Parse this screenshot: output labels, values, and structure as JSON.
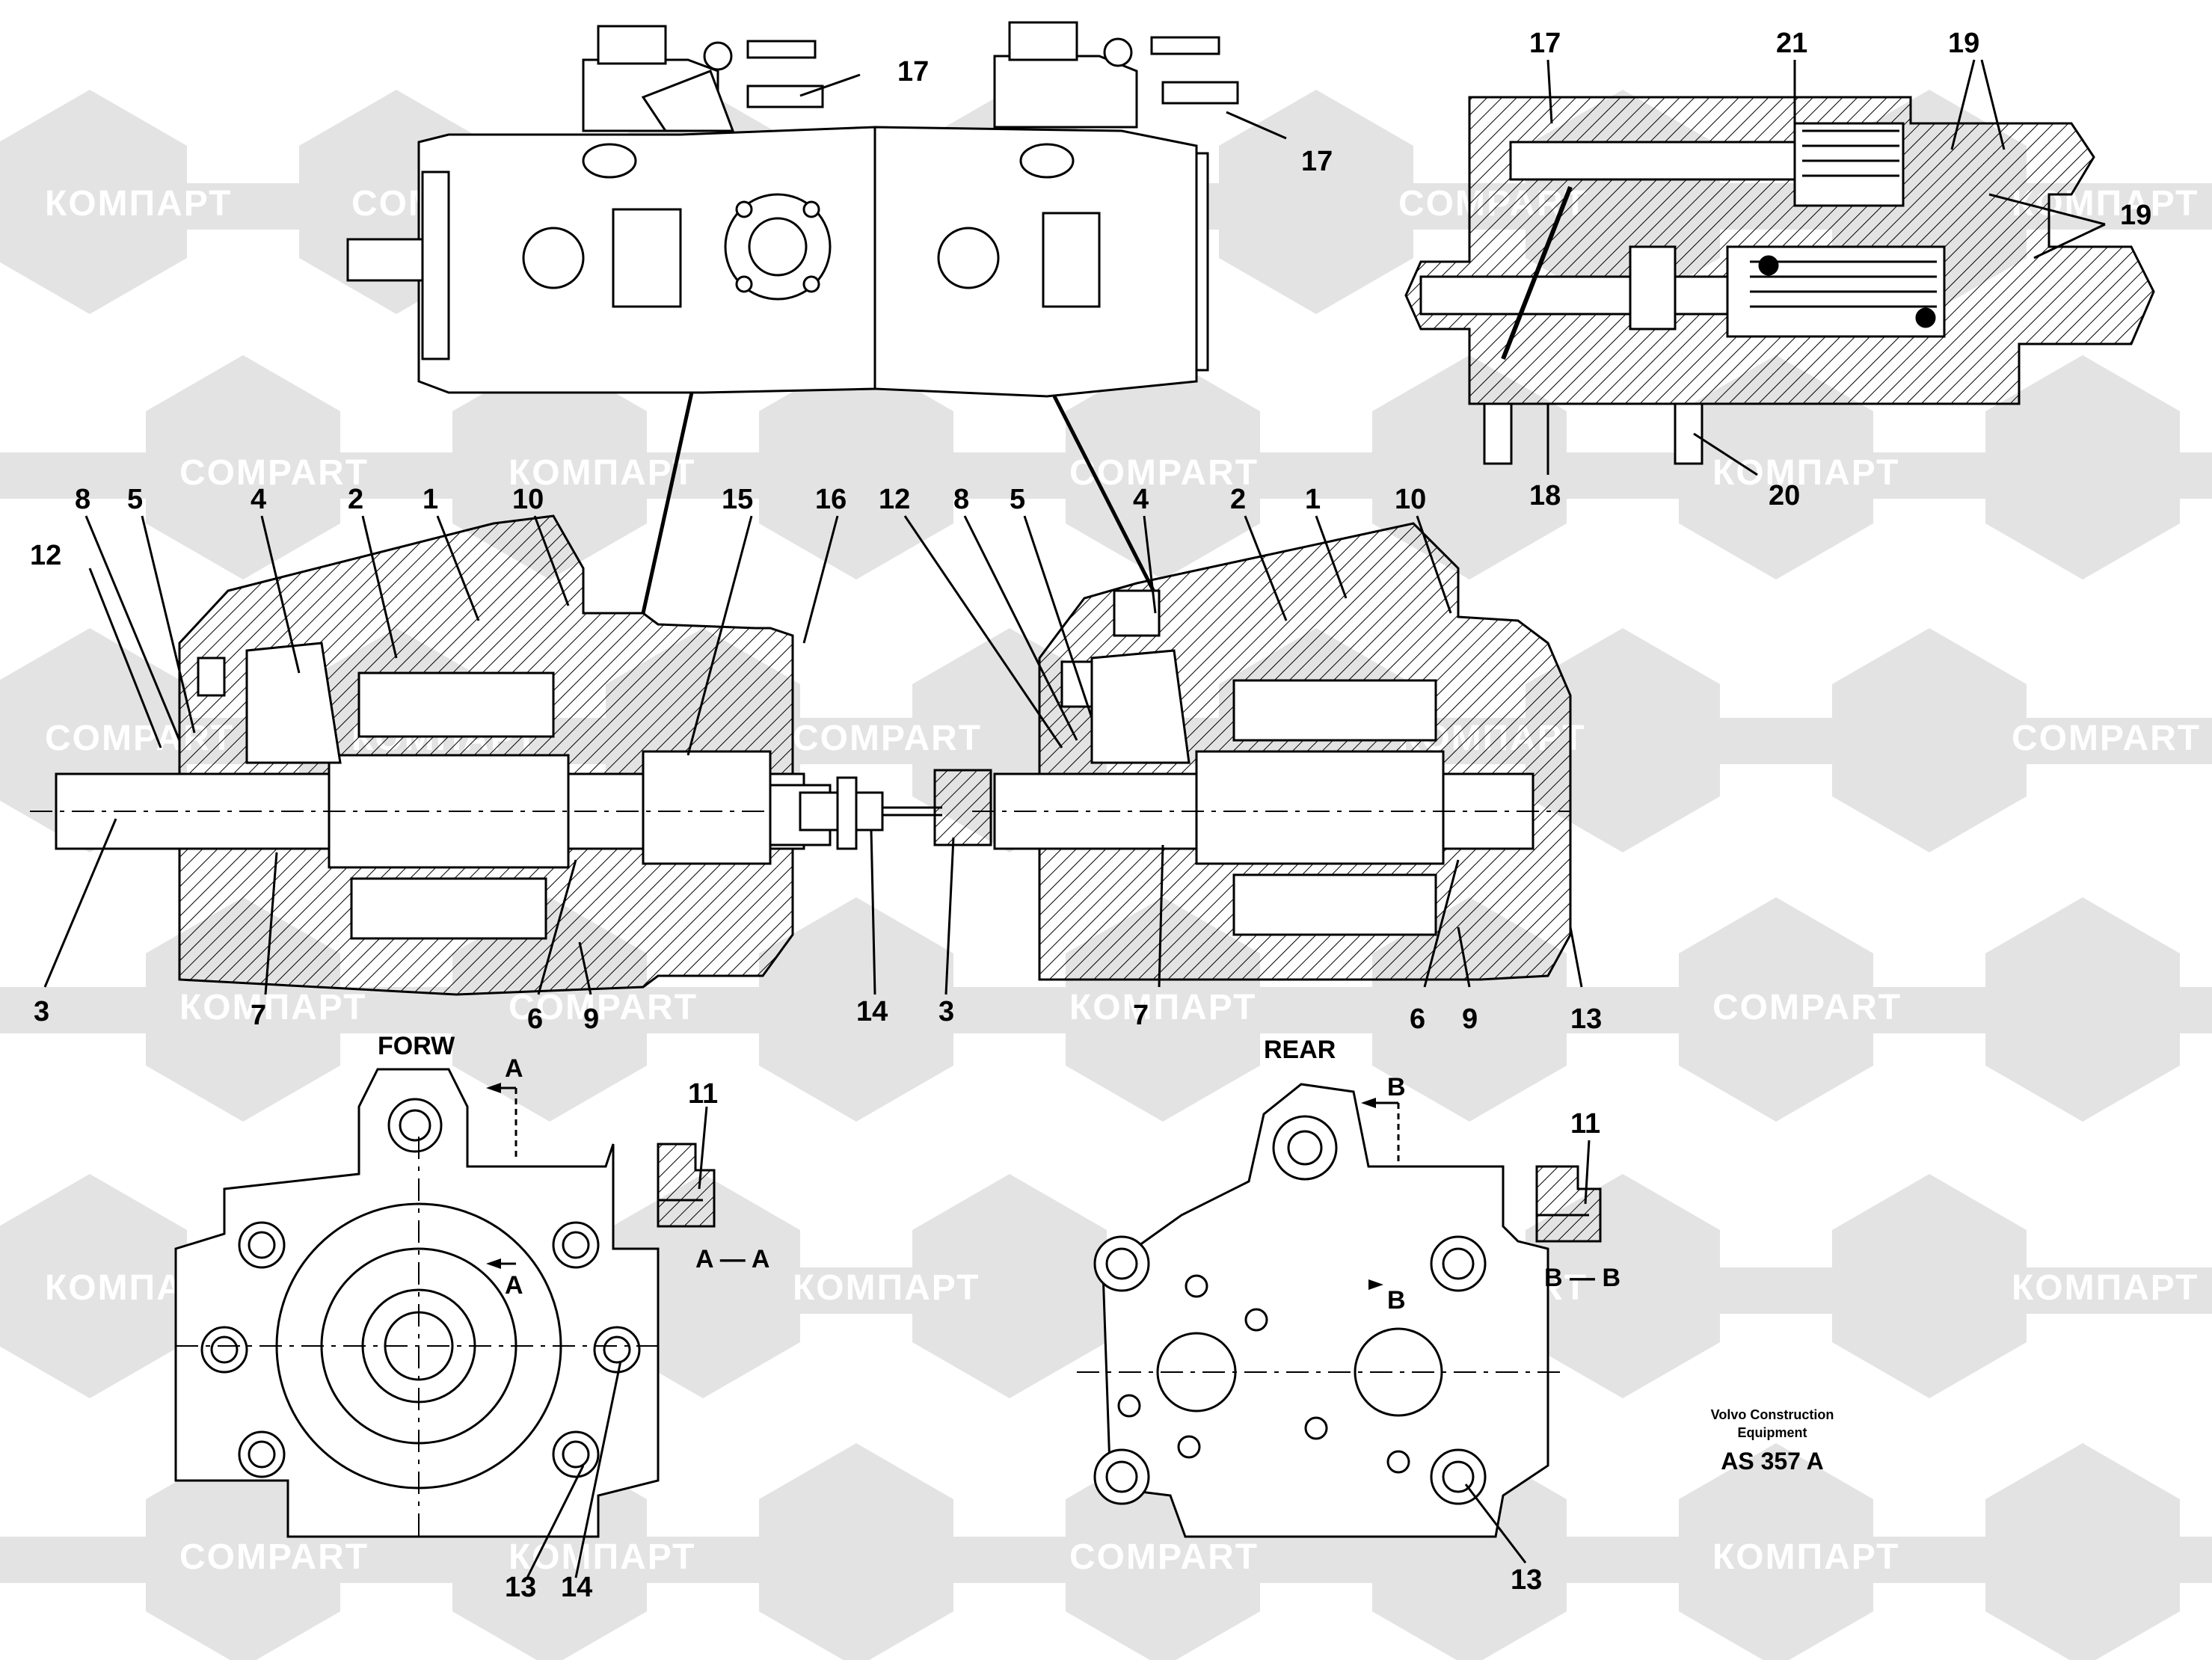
{
  "watermark": {
    "brand_cyr": "КОМПАРТ",
    "brand_lat": "COMPART",
    "color": "#e3e3e3"
  },
  "callouts": {
    "n1": "1",
    "n2": "2",
    "n3": "3",
    "n4": "4",
    "n5": "5",
    "n6": "6",
    "n7": "7",
    "n8": "8",
    "n9": "9",
    "n10": "10",
    "n11": "11",
    "n12": "12",
    "n13": "13",
    "n14": "14",
    "n15": "15",
    "n16": "16",
    "n17": "17",
    "n18": "18",
    "n19": "19",
    "n20": "20",
    "n21": "21"
  },
  "views": {
    "forw": "FORW",
    "rear": "REAR",
    "sec_a": "A",
    "sec_b": "B",
    "sec_aa": "A — A",
    "sec_bb": "B — B"
  },
  "caption": {
    "line1": "Volvo Construction",
    "line2": "Equipment",
    "code": "AS 357 A"
  }
}
